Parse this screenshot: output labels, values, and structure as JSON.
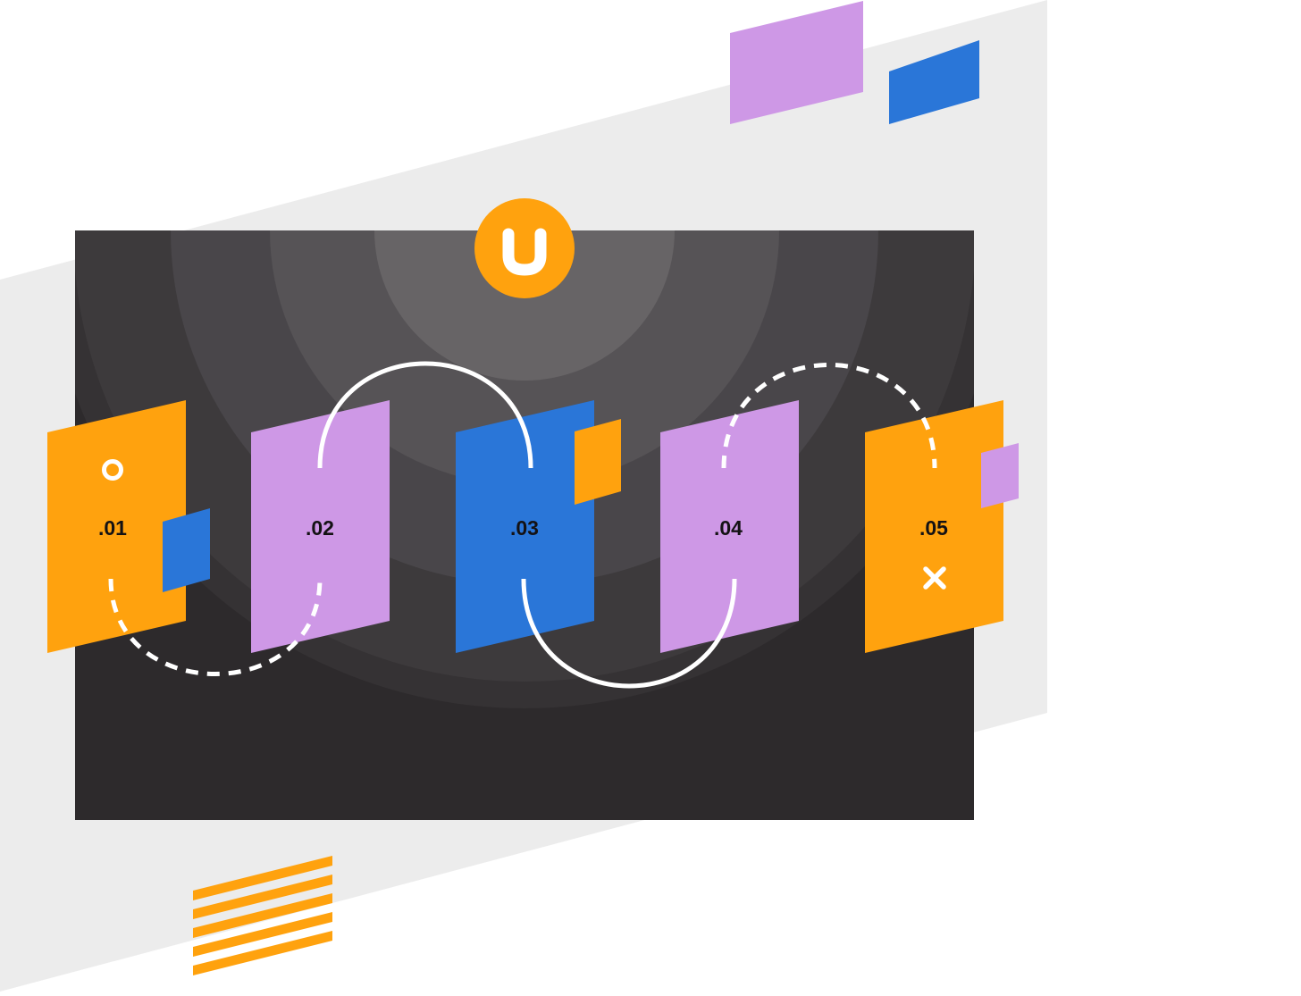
{
  "logo": {
    "letter": "u",
    "color": "#FFA20E"
  },
  "colors": {
    "orange": "#FFA20E",
    "lavender": "#CE98E6",
    "blue": "#2A76D8",
    "dark": "#2D2A2C",
    "light_band": "#ECECEC",
    "white": "#FFFFFF"
  },
  "steps": [
    {
      "label": ".01",
      "color": "orange",
      "marker": "circle-icon"
    },
    {
      "label": ".02",
      "color": "lavender",
      "marker": ""
    },
    {
      "label": ".03",
      "color": "blue",
      "marker": ""
    },
    {
      "label": ".04",
      "color": "lavender",
      "marker": ""
    },
    {
      "label": ".05",
      "color": "orange",
      "marker": "close-icon"
    }
  ],
  "connectors": [
    {
      "from": ".01",
      "to": ".02",
      "style": "dashed",
      "side": "bottom"
    },
    {
      "from": ".02",
      "to": ".03",
      "style": "solid",
      "side": "top"
    },
    {
      "from": ".03",
      "to": ".04",
      "style": "solid",
      "side": "bottom"
    },
    {
      "from": ".04",
      "to": ".05",
      "style": "dashed",
      "side": "top"
    }
  ]
}
